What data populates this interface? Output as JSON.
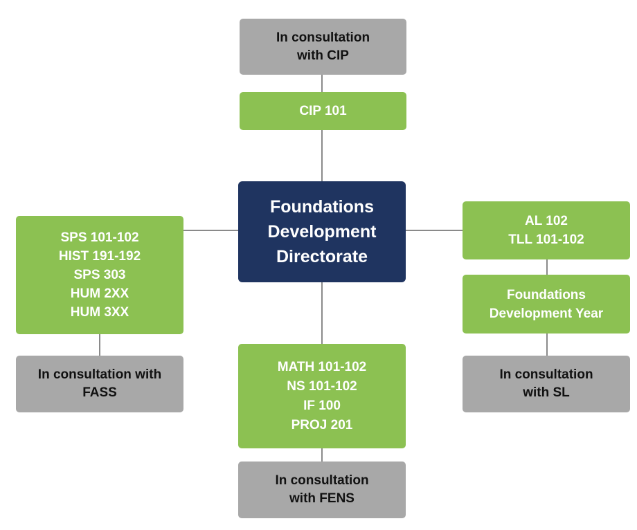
{
  "colors": {
    "green": "#8cc152",
    "gray": "#a8a8a8",
    "navy": "#1f3460",
    "connector": "#8a8a8a"
  },
  "center": {
    "lines": [
      "Foundations",
      "Development",
      "Directorate"
    ]
  },
  "top": {
    "consult": [
      "In consultation",
      "with CIP"
    ],
    "course": [
      "CIP 101"
    ]
  },
  "left": {
    "courses": [
      "SPS 101-102",
      "HIST 191-192",
      "SPS 303",
      "HUM 2XX",
      "HUM 3XX"
    ],
    "consult": [
      "In consultation with",
      "FASS"
    ]
  },
  "bottom": {
    "courses": [
      "MATH 101-102",
      "NS 101-102",
      "IF 100",
      "PROJ 201"
    ],
    "consult": [
      "In consultation",
      "with FENS"
    ]
  },
  "right": {
    "courses": [
      "AL 102",
      "TLL 101-102"
    ],
    "year": [
      "Foundations",
      "Development Year"
    ],
    "consult": [
      "In consultation",
      "with SL"
    ]
  }
}
